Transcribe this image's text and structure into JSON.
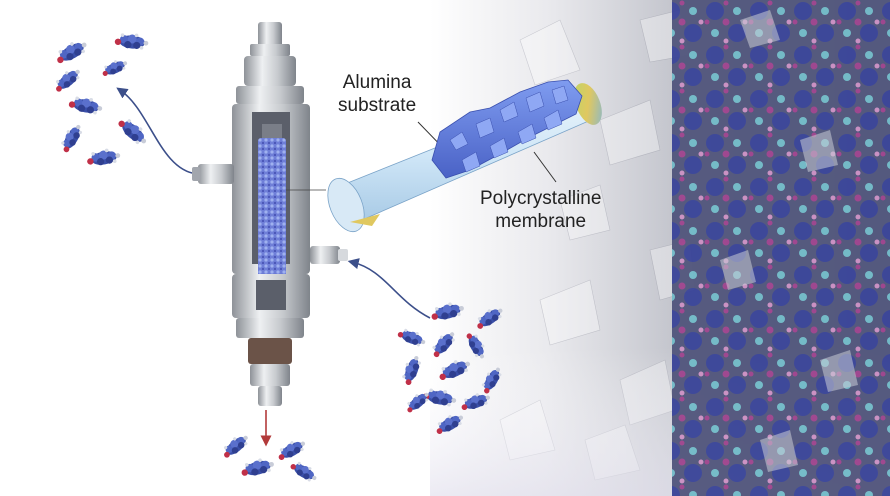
{
  "labels": {
    "alumina_substrate": [
      "Alumina",
      "substrate"
    ],
    "polycrystalline_membrane": [
      "Polycrystalline",
      "membrane"
    ]
  },
  "colors": {
    "molecule_blue": "#3a4fa8",
    "molecule_red": "#c03048",
    "membrane_crystal": "#5d7fe0",
    "tube_interior": "#cfe6f7",
    "flow_arrow": "#3c4f8a",
    "product_arrow": "#b23a3a",
    "framework_purple": "#7a3a8c",
    "framework_cyan": "#7fd3dd",
    "steel": "#b8bcc2"
  },
  "icons": {
    "molecules": "organic-molecule-icon",
    "arrows": "flow-arrow-icon"
  }
}
